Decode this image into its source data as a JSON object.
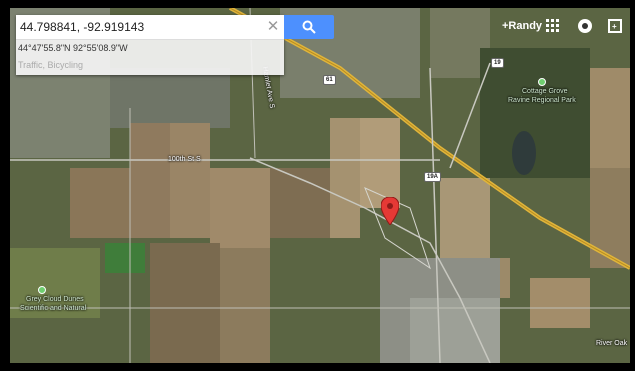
{
  "search": {
    "query": "44.798841, -92.919143",
    "coordinates_dms": "44°47'55.8\"N 92°55'08.9\"W",
    "layers": "Traffic, Bicycling"
  },
  "account": {
    "user_name": "+Randy"
  },
  "map": {
    "labels": {
      "street_100th": "100th St S",
      "park_cottage_grove_line1": "Cottage Grove",
      "park_cottage_grove_line2": "Ravine Regional Park",
      "park_grey_cloud_line1": "Grey Cloud Dunes",
      "park_grey_cloud_line2": "Scientific and Natural",
      "river_oaks": "River Oak",
      "side_street": "Hamlet Ave S"
    },
    "shields": {
      "hwy_61": "61",
      "hwy_19": "19",
      "hwy_19a": "19A"
    }
  },
  "icons": {
    "search": "search-icon",
    "clear": "close-icon",
    "apps": "grid-icon",
    "notifications": "bell-icon",
    "share": "share-icon",
    "marker": "map-pin-icon"
  },
  "colors": {
    "search_button": "#4d90fe",
    "marker": "#e53935",
    "highway": "#e0b53b"
  }
}
